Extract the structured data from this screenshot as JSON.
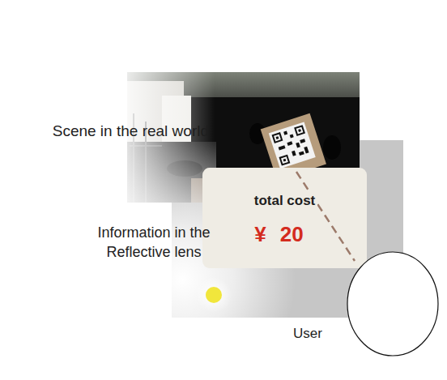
{
  "diagram": {
    "nodes": [
      {
        "text": [
          "total cost",
          "¥ 20"
        ]
      },
      {
        "text": [
          "User"
        ]
      }
    ],
    "labels": [
      "Scene in the real world",
      "Information in the Reflective lens"
    ]
  }
}
